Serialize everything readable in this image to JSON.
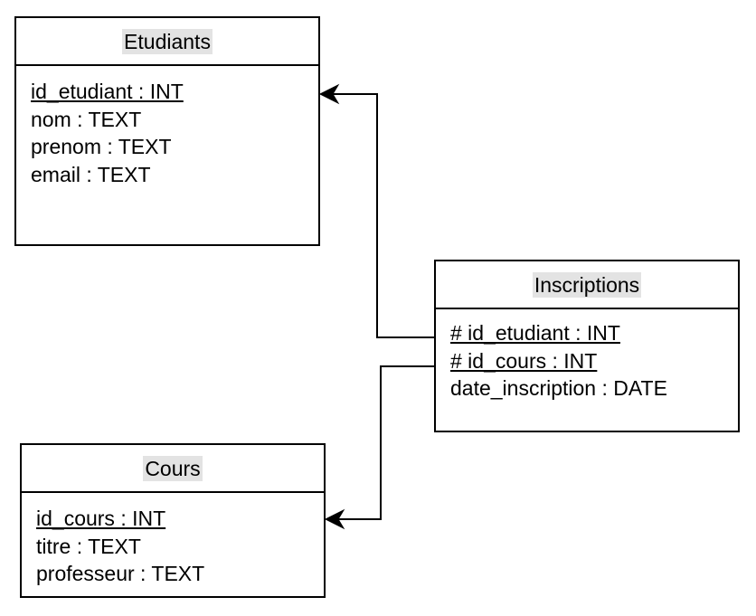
{
  "entities": {
    "etudiants": {
      "title": "Etudiants",
      "fields": [
        "id_etudiant : INT",
        "nom : TEXT",
        "prenom : TEXT",
        "email : TEXT"
      ]
    },
    "inscriptions": {
      "title": "Inscriptions",
      "fields": [
        "# id_etudiant : INT",
        "# id_cours : INT",
        "date_inscription : DATE"
      ]
    },
    "cours": {
      "title": "Cours",
      "fields": [
        "id_cours : INT",
        "titre : TEXT",
        "professeur : TEXT"
      ]
    }
  },
  "relations": [
    {
      "from": "inscriptions.id_etudiant",
      "to": "etudiants.id_etudiant"
    },
    {
      "from": "inscriptions.id_cours",
      "to": "cours.id_cours"
    }
  ]
}
